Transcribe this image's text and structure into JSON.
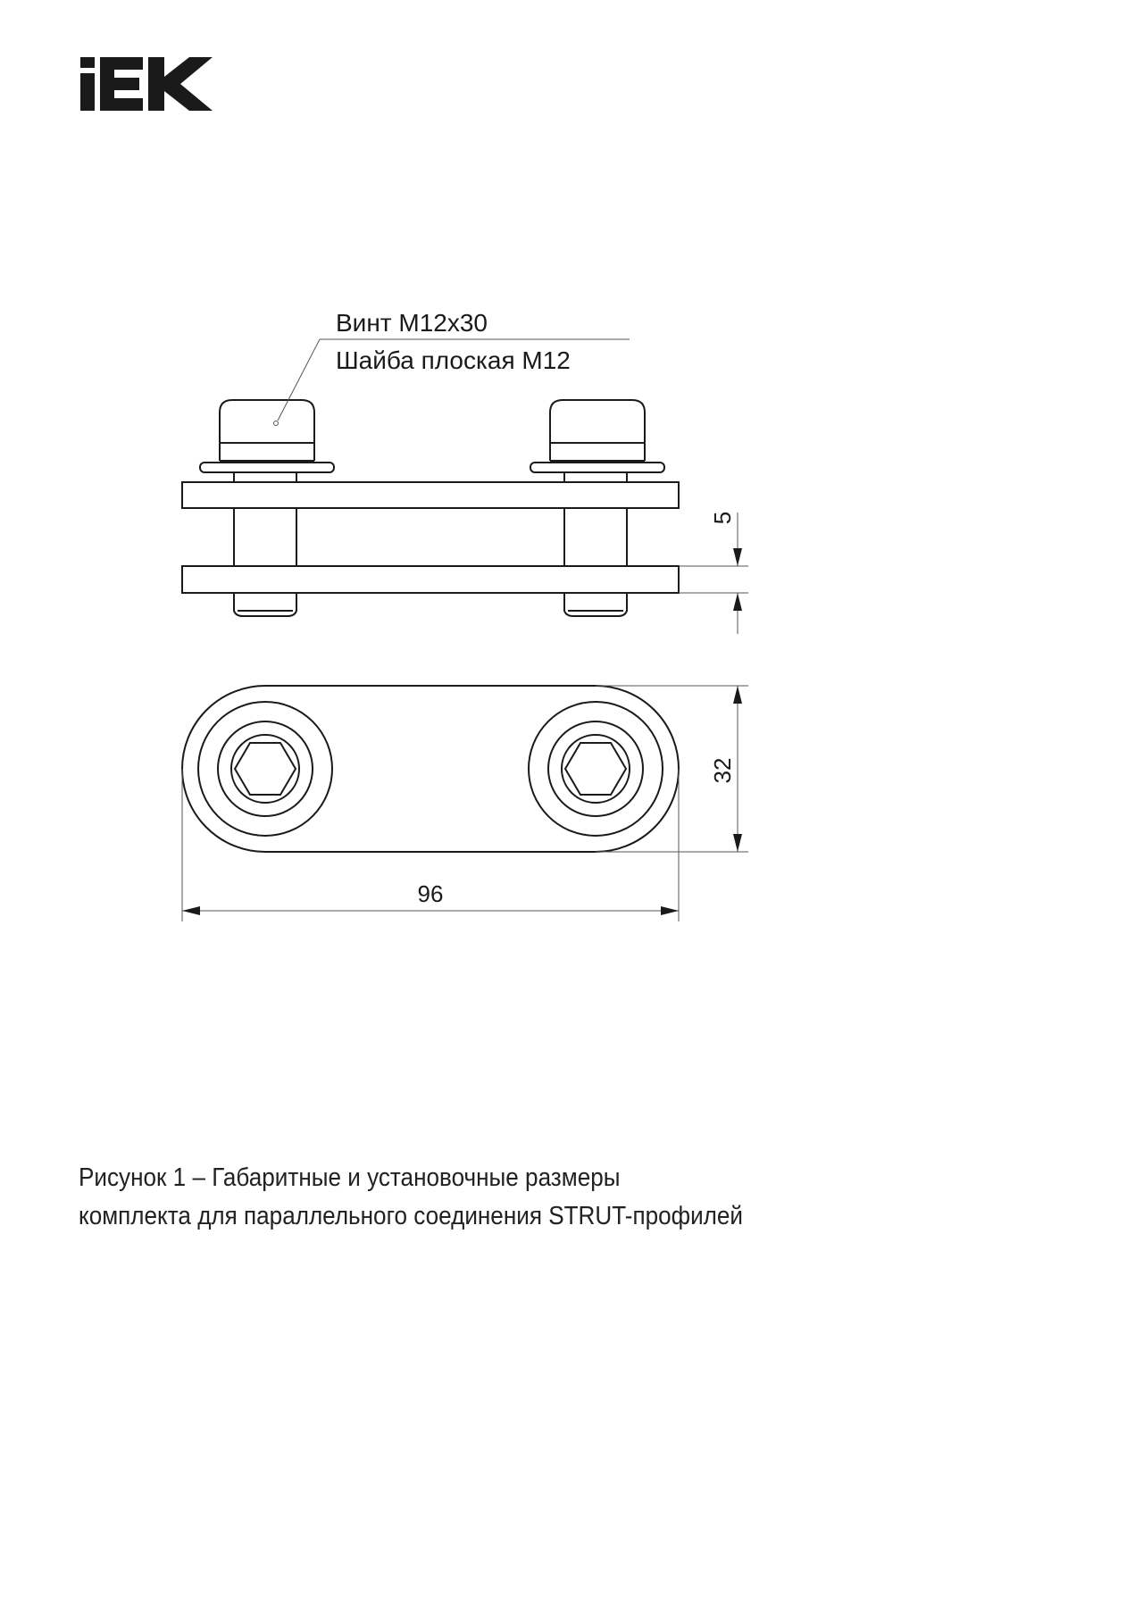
{
  "brand": {
    "logo_text": "IEK"
  },
  "callout": {
    "line1": "Винт М12х30",
    "line2": "Шайба плоская М12"
  },
  "dimensions": {
    "thickness": "5",
    "width": "32",
    "length": "96"
  },
  "caption": {
    "line1": "Рисунок 1 – Габаритные и установочные размеры",
    "line2": "комплекта для параллельного соединения STRUT-профилей"
  }
}
